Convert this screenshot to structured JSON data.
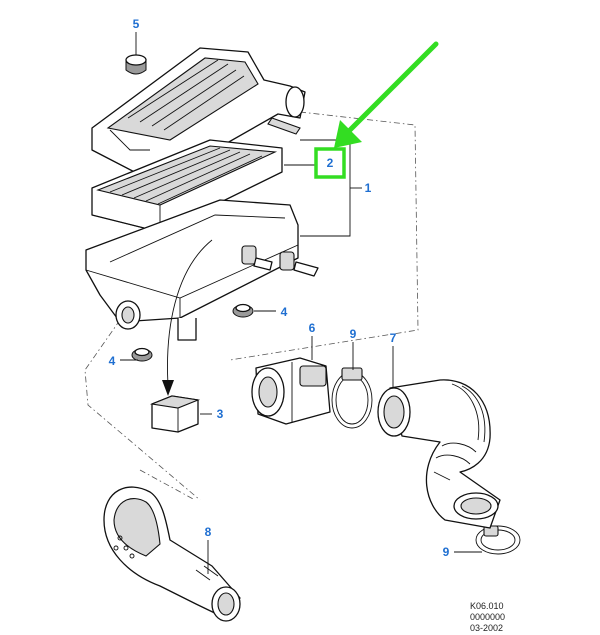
{
  "callouts": {
    "c1": "1",
    "c2": "2",
    "c3": "3",
    "c4a": "4",
    "c4b": "4",
    "c5": "5",
    "c6": "6",
    "c7": "7",
    "c8": "8",
    "c9a": "9",
    "c9b": "9"
  },
  "reference": {
    "line1": "K06.010",
    "line2": "0000000",
    "line3": "03-2002"
  },
  "colors": {
    "callout_text": "#1f6fd1",
    "highlight": "#33dd22"
  }
}
